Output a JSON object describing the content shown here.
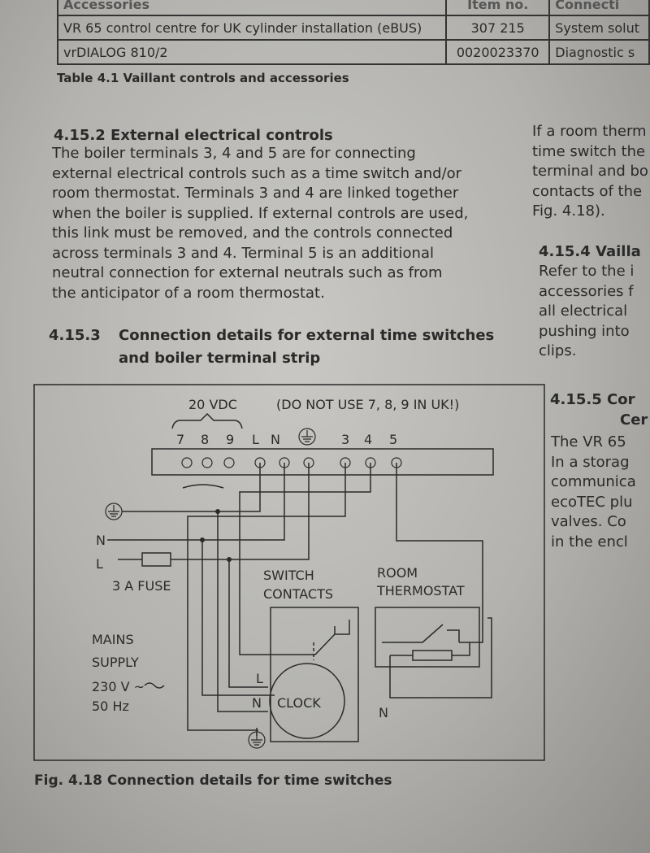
{
  "table": {
    "headers": [
      "Accessories",
      "Item no.",
      "Connecti"
    ],
    "rows": [
      [
        "VR 65 control centre for UK cylinder installation (eBUS)",
        "307 215",
        "System solut"
      ],
      [
        "vrDIALOG 810/2",
        "0020023370",
        "Diagnostic s"
      ]
    ],
    "caption": "Table 4.1 Vaillant controls and accessories"
  },
  "section_4152": {
    "heading": "4.15.2  External electrical controls",
    "lines": [
      "The boiler terminals 3, 4 and 5 are for connecting",
      "external electrical controls such as a time switch and/or",
      "room thermostat. Terminals 3 and 4 are linked together",
      "when the boiler is supplied. If external controls are used,",
      "this link must be removed, and the controls connected",
      "across terminals 3 and 4. Terminal 5 is an additional",
      "neutral connection for external neutrals such as from",
      "the anticipator of a room thermostat."
    ]
  },
  "section_4153": {
    "number": "4.15.3",
    "heading_line1": "Connection details for external time switches",
    "heading_line2": "and boiler terminal strip"
  },
  "right_column": {
    "para1": [
      "If a room therm",
      "time switch the",
      "terminal and bo",
      "contacts of the",
      "Fig. 4.18)."
    ],
    "heading_4154": "4.15.4  Vailla",
    "para2": [
      "Refer to the i",
      "accessories f",
      "all electrical",
      "pushing into",
      "clips."
    ],
    "heading_4155_line1": "4.15.5  Cor",
    "heading_4155_line2": "Cer",
    "para3": [
      "The VR 65",
      "In a storag",
      "communica",
      "ecoTEC plu",
      "valves. Co",
      "in the encl"
    ]
  },
  "diagram": {
    "label_20vdc": "20 VDC",
    "label_warning": "(DO NOT USE 7, 8, 9 IN UK!)",
    "terminals": [
      "7",
      "8",
      "9",
      "L",
      "N",
      "3",
      "4",
      "5"
    ],
    "label_n": "N",
    "label_l": "L",
    "label_fuse": "3 A FUSE",
    "label_switch": [
      "SWITCH",
      "CONTACTS"
    ],
    "label_thermostat": [
      "ROOM",
      "THERMOSTAT"
    ],
    "label_mains": [
      "MAINS",
      "SUPPLY",
      "230 V ~",
      "50 Hz"
    ],
    "label_clock": "CLOCK",
    "label_clock_l": "L",
    "label_clock_n": "N",
    "label_thermo_n": "N",
    "earth_icon": "earth-ground-icon"
  },
  "figure_caption": "Fig. 4.18 Connection details for time switches"
}
